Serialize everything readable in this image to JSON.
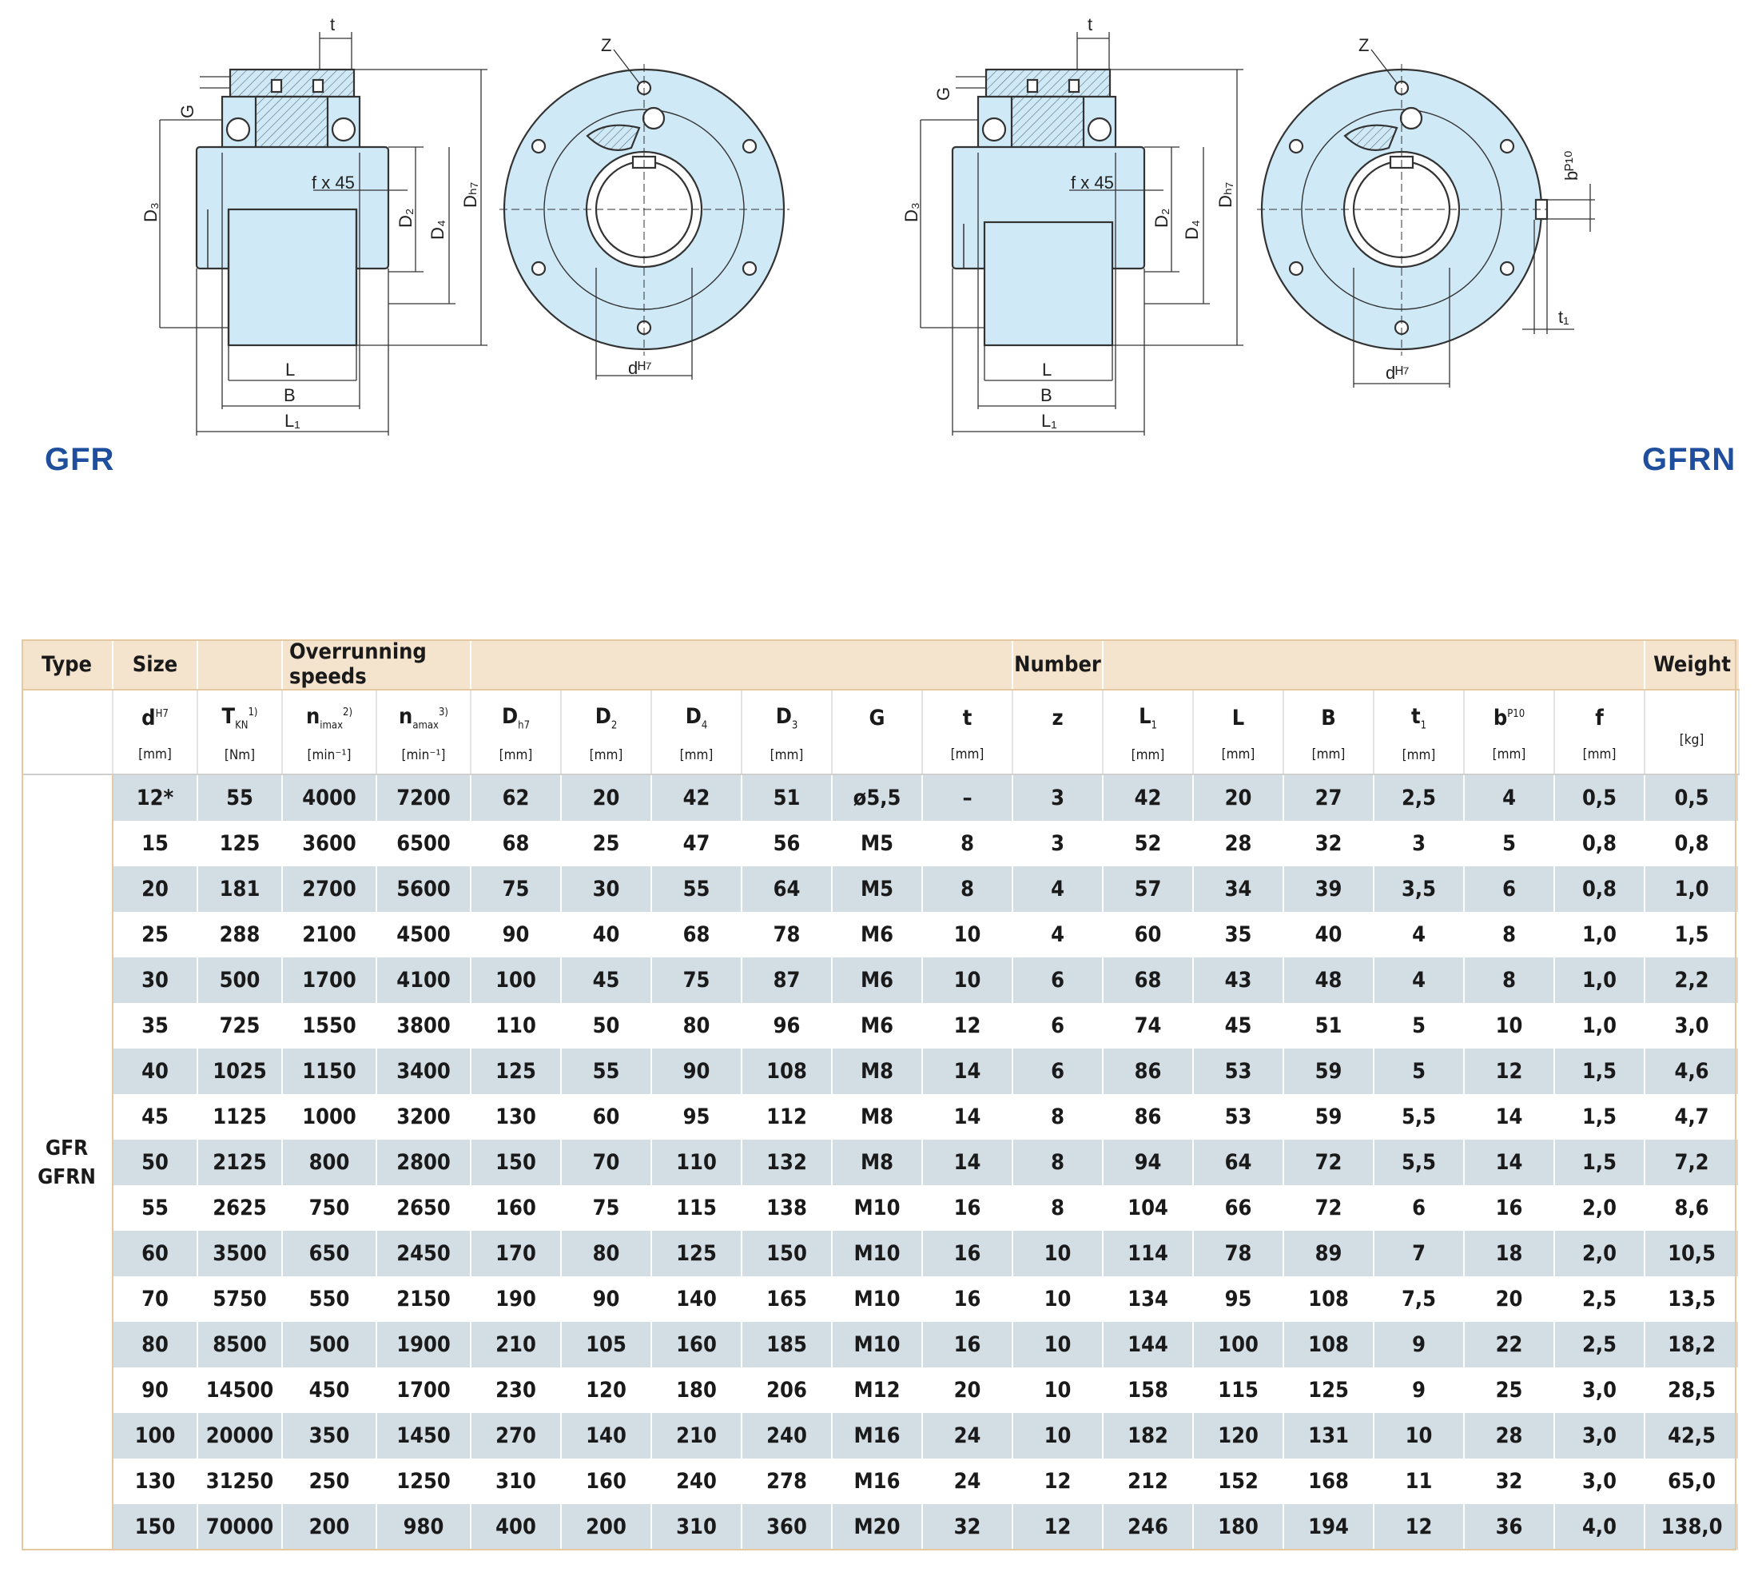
{
  "titles": {
    "left": "GFR",
    "right": "GFRN"
  },
  "drawing_labels": {
    "t": "t",
    "G": "G",
    "Z": "Z",
    "D3": "D",
    "D3_sub": "3",
    "D2": "D",
    "D2_sub": "2",
    "D4": "D",
    "D4_sub": "4",
    "Dh7": "D",
    "Dh7_sub": "h7",
    "fx45": "f x 45",
    "L": "L",
    "B": "B",
    "L1": "L",
    "L1_sub": "1",
    "d": "d",
    "d_sup": "H7",
    "b": "b",
    "b_sup": "P10",
    "t1": "t",
    "t1_sub": "1"
  },
  "table": {
    "group_headers": {
      "type": "Type",
      "size": "Size",
      "speeds": "Overrunning speeds",
      "number": "Number",
      "weight": "Weight"
    },
    "type_values": [
      "GFR",
      "GFRN"
    ],
    "columns": [
      {
        "sym": "d",
        "sup": "H7",
        "sub": "",
        "unit": "[mm]"
      },
      {
        "sym": "T",
        "sup": "1)",
        "sub": "KN",
        "unit": "[Nm]"
      },
      {
        "sym": "n",
        "sup": "2)",
        "sub": "imax",
        "unit": "[min⁻¹]"
      },
      {
        "sym": "n",
        "sup": "3)",
        "sub": "amax",
        "unit": "[min⁻¹]"
      },
      {
        "sym": "D",
        "sup": "",
        "sub": "h7",
        "unit": "[mm]"
      },
      {
        "sym": "D",
        "sup": "",
        "sub": "2",
        "unit": "[mm]"
      },
      {
        "sym": "D",
        "sup": "",
        "sub": "4",
        "unit": "[mm]"
      },
      {
        "sym": "D",
        "sup": "",
        "sub": "3",
        "unit": "[mm]"
      },
      {
        "sym": "G",
        "sup": "",
        "sub": "",
        "unit": ""
      },
      {
        "sym": "t",
        "sup": "",
        "sub": "",
        "unit": "[mm]"
      },
      {
        "sym": "z",
        "sup": "",
        "sub": "",
        "unit": ""
      },
      {
        "sym": "L",
        "sup": "",
        "sub": "1",
        "unit": "[mm]"
      },
      {
        "sym": "L",
        "sup": "",
        "sub": "",
        "unit": "[mm]"
      },
      {
        "sym": "B",
        "sup": "",
        "sub": "",
        "unit": "[mm]"
      },
      {
        "sym": "t",
        "sup": "",
        "sub": "1",
        "unit": "[mm]"
      },
      {
        "sym": "b",
        "sup": "P10",
        "sub": "",
        "unit": "[mm]"
      },
      {
        "sym": "f",
        "sup": "",
        "sub": "",
        "unit": "[mm]"
      },
      {
        "sym": "",
        "sup": "",
        "sub": "",
        "unit": "[kg]"
      }
    ],
    "rows": [
      [
        "12*",
        "55",
        "4000",
        "7200",
        "62",
        "20",
        "42",
        "51",
        "ø5,5",
        "–",
        "3",
        "42",
        "20",
        "27",
        "2,5",
        "4",
        "0,5",
        "0,5"
      ],
      [
        "15",
        "125",
        "3600",
        "6500",
        "68",
        "25",
        "47",
        "56",
        "M5",
        "8",
        "3",
        "52",
        "28",
        "32",
        "3",
        "5",
        "0,8",
        "0,8"
      ],
      [
        "20",
        "181",
        "2700",
        "5600",
        "75",
        "30",
        "55",
        "64",
        "M5",
        "8",
        "4",
        "57",
        "34",
        "39",
        "3,5",
        "6",
        "0,8",
        "1,0"
      ],
      [
        "25",
        "288",
        "2100",
        "4500",
        "90",
        "40",
        "68",
        "78",
        "M6",
        "10",
        "4",
        "60",
        "35",
        "40",
        "4",
        "8",
        "1,0",
        "1,5"
      ],
      [
        "30",
        "500",
        "1700",
        "4100",
        "100",
        "45",
        "75",
        "87",
        "M6",
        "10",
        "6",
        "68",
        "43",
        "48",
        "4",
        "8",
        "1,0",
        "2,2"
      ],
      [
        "35",
        "725",
        "1550",
        "3800",
        "110",
        "50",
        "80",
        "96",
        "M6",
        "12",
        "6",
        "74",
        "45",
        "51",
        "5",
        "10",
        "1,0",
        "3,0"
      ],
      [
        "40",
        "1025",
        "1150",
        "3400",
        "125",
        "55",
        "90",
        "108",
        "M8",
        "14",
        "6",
        "86",
        "53",
        "59",
        "5",
        "12",
        "1,5",
        "4,6"
      ],
      [
        "45",
        "1125",
        "1000",
        "3200",
        "130",
        "60",
        "95",
        "112",
        "M8",
        "14",
        "8",
        "86",
        "53",
        "59",
        "5,5",
        "14",
        "1,5",
        "4,7"
      ],
      [
        "50",
        "2125",
        "800",
        "2800",
        "150",
        "70",
        "110",
        "132",
        "M8",
        "14",
        "8",
        "94",
        "64",
        "72",
        "5,5",
        "14",
        "1,5",
        "7,2"
      ],
      [
        "55",
        "2625",
        "750",
        "2650",
        "160",
        "75",
        "115",
        "138",
        "M10",
        "16",
        "8",
        "104",
        "66",
        "72",
        "6",
        "16",
        "2,0",
        "8,6"
      ],
      [
        "60",
        "3500",
        "650",
        "2450",
        "170",
        "80",
        "125",
        "150",
        "M10",
        "16",
        "10",
        "114",
        "78",
        "89",
        "7",
        "18",
        "2,0",
        "10,5"
      ],
      [
        "70",
        "5750",
        "550",
        "2150",
        "190",
        "90",
        "140",
        "165",
        "M10",
        "16",
        "10",
        "134",
        "95",
        "108",
        "7,5",
        "20",
        "2,5",
        "13,5"
      ],
      [
        "80",
        "8500",
        "500",
        "1900",
        "210",
        "105",
        "160",
        "185",
        "M10",
        "16",
        "10",
        "144",
        "100",
        "108",
        "9",
        "22",
        "2,5",
        "18,2"
      ],
      [
        "90",
        "14500",
        "450",
        "1700",
        "230",
        "120",
        "180",
        "206",
        "M12",
        "20",
        "10",
        "158",
        "115",
        "125",
        "9",
        "25",
        "3,0",
        "28,5"
      ],
      [
        "100",
        "20000",
        "350",
        "1450",
        "270",
        "140",
        "210",
        "240",
        "M16",
        "24",
        "10",
        "182",
        "120",
        "131",
        "10",
        "28",
        "3,0",
        "42,5"
      ],
      [
        "130",
        "31250",
        "250",
        "1250",
        "310",
        "160",
        "240",
        "278",
        "M16",
        "24",
        "12",
        "212",
        "152",
        "168",
        "11",
        "32",
        "3,0",
        "65,0"
      ],
      [
        "150",
        "70000",
        "200",
        "980",
        "400",
        "200",
        "310",
        "360",
        "M20",
        "32",
        "12",
        "246",
        "180",
        "194",
        "12",
        "36",
        "4,0",
        "138,0"
      ]
    ]
  },
  "colors": {
    "accent_blue": "#1f4e9c",
    "part_fill": "#cfe9f7",
    "header_fill": "#f5e4cd",
    "row_shade": "#d3dde4",
    "frame": "#e7c9a1"
  }
}
